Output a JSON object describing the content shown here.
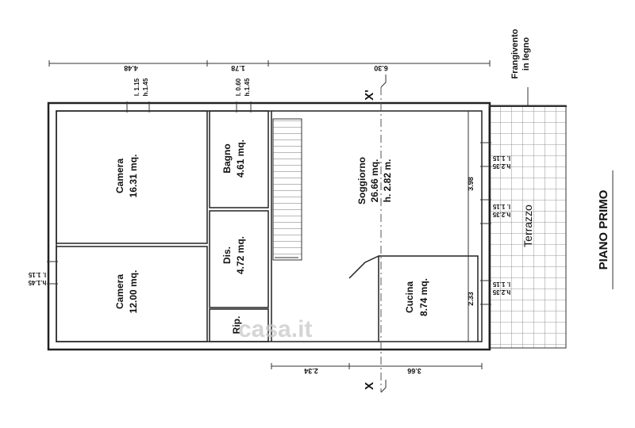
{
  "plan": {
    "title": "PIANO PRIMO",
    "section_marks": {
      "top": "X'",
      "bottom": "X"
    },
    "pergola_label": [
      "Frangivento",
      "in legno"
    ],
    "watermark": "casa.it",
    "rooms": [
      {
        "id": "camera-1",
        "name": "Camera",
        "area": "16.31 mq."
      },
      {
        "id": "camera-2",
        "name": "Camera",
        "area": "12.00 mq."
      },
      {
        "id": "bagno",
        "name": "Bagno",
        "area": "4.61 mq."
      },
      {
        "id": "dis",
        "name": "Dis.",
        "area": "4.72 mq."
      },
      {
        "id": "rip",
        "name": "Rip.",
        "area": ""
      },
      {
        "id": "soggiorno",
        "name": "Soggiorno",
        "area": "26.66 mq.",
        "height": "h. 2.82 m."
      },
      {
        "id": "cucina",
        "name": "Cucina",
        "area": "8.74 mq."
      },
      {
        "id": "terrazzo",
        "name": "Terrazzo",
        "area": ""
      }
    ],
    "dimensions": {
      "top": [
        "4.48",
        "1.78",
        "6.30"
      ],
      "bottom": [
        "2.34",
        "3.66"
      ],
      "right": [
        "3.98",
        "2.33"
      ]
    },
    "window_notes": {
      "camera_1": [
        "l. 1.15",
        "h.1.45"
      ],
      "bagno": [
        "l. 0.60",
        "h.1.45"
      ],
      "camera_2": [
        "l. 1.15",
        "h.1.45"
      ],
      "soggiorno_a": [
        "l. 1.15",
        "h.2.35"
      ],
      "soggiorno_b": [
        "l. 1.15",
        "h.2.35"
      ],
      "cucina": [
        "l. 1.15",
        "h.2.35"
      ]
    }
  }
}
